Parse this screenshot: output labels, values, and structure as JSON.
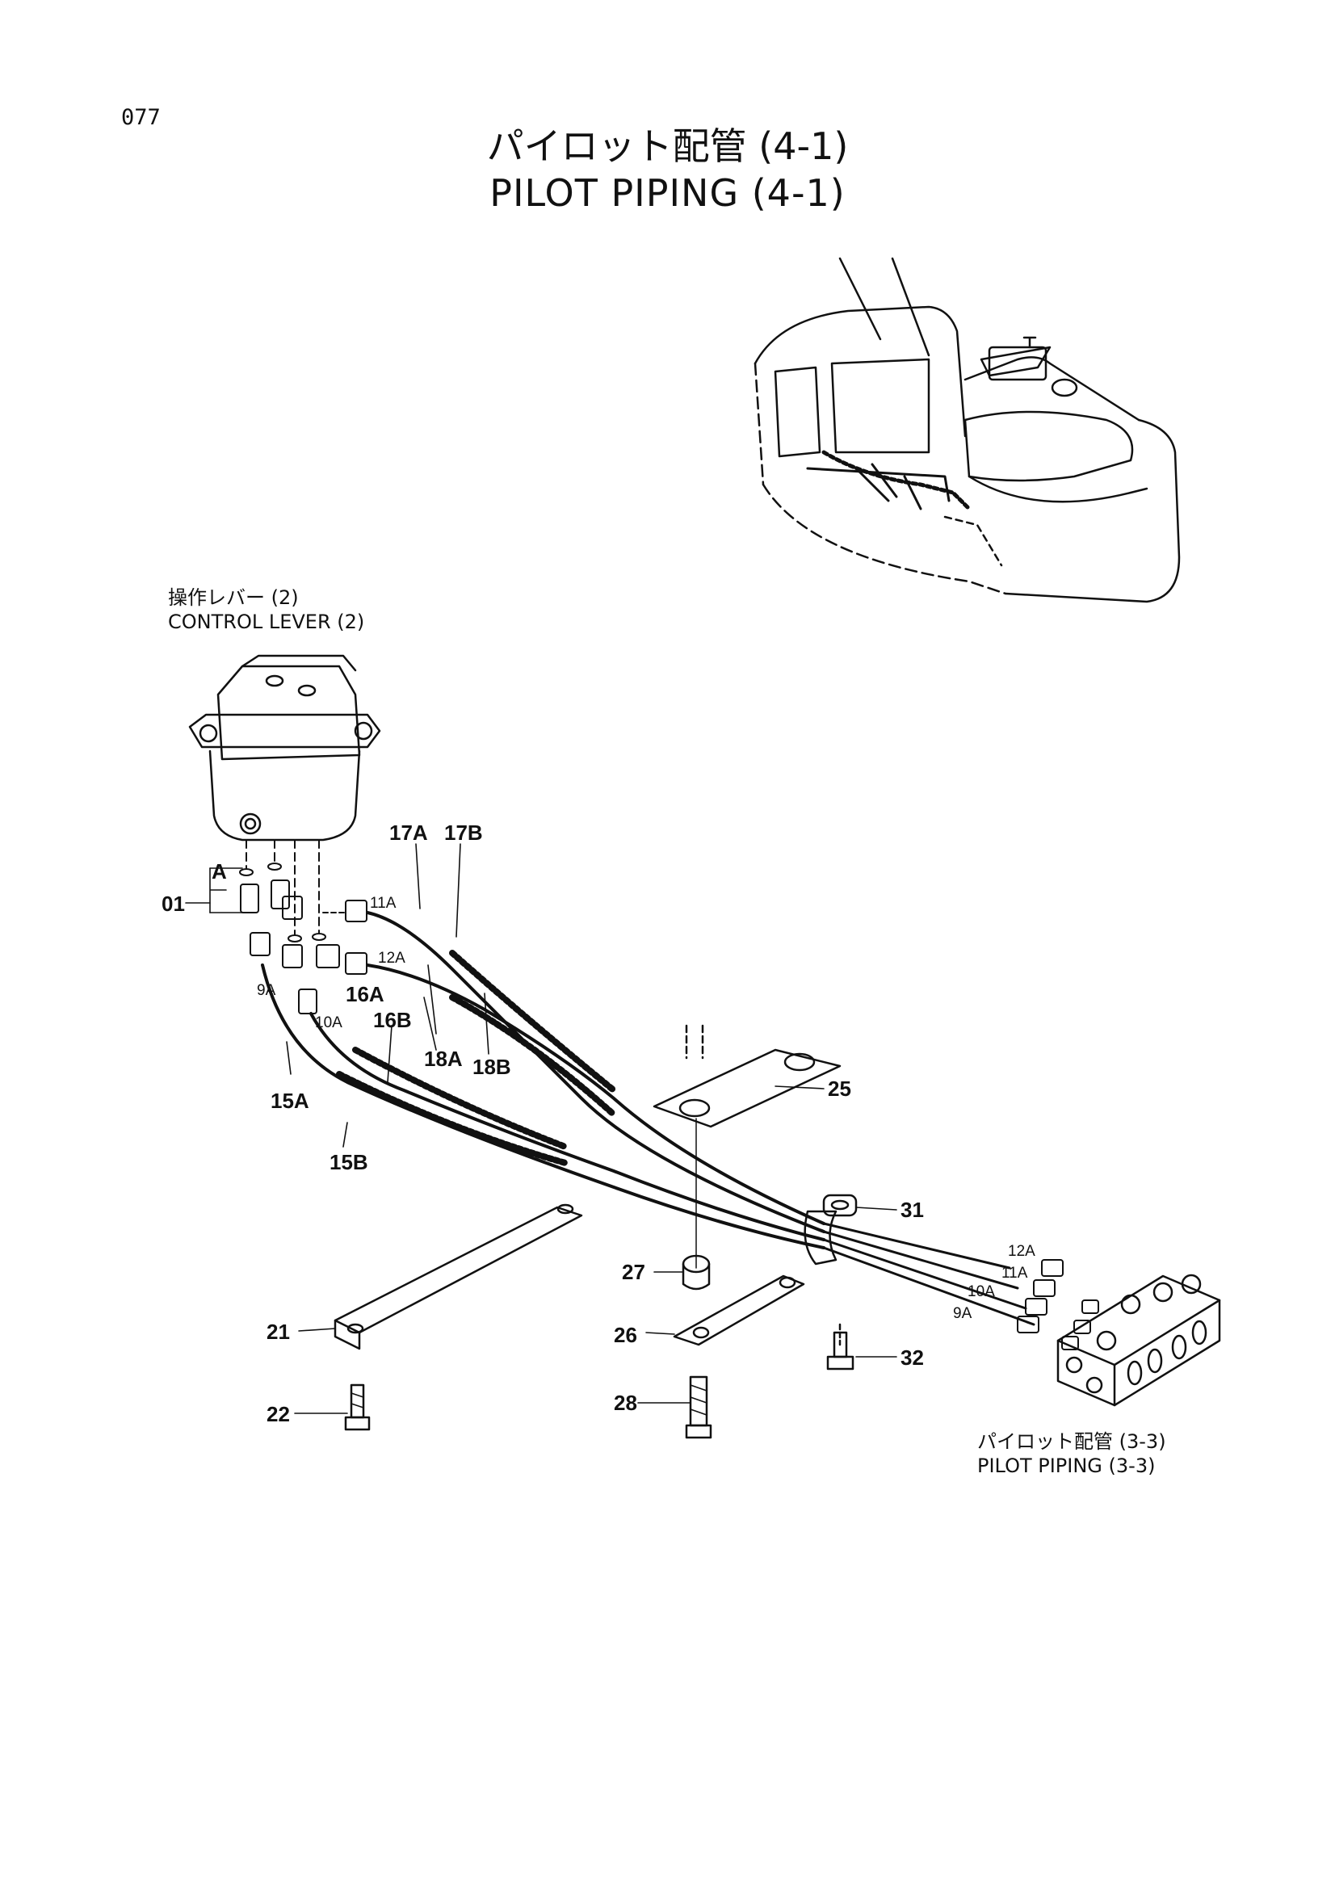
{
  "page": {
    "page_number": "077",
    "title_jp": "パイロット配管 (4-1)",
    "title_en": "PILOT PIPING (4-1)"
  },
  "assemblies": {
    "control_lever": {
      "label_jp": "操作レバー (2)",
      "label_en": "CONTROL LEVER (2)"
    },
    "pilot_piping_3_3": {
      "label_jp": "パイロット配管 (3-3)",
      "label_en": "PILOT PIPING (3-3)"
    }
  },
  "callouts": {
    "a": "A",
    "c01": "01",
    "c9a": "9A",
    "c10a": "10A",
    "c11a": "11A",
    "c12a": "12A",
    "c15a": "15A",
    "c15b": "15B",
    "c16a": "16A",
    "c16b": "16B",
    "c17a": "17A",
    "c17b": "17B",
    "c18a": "18A",
    "c18b": "18B",
    "c21": "21",
    "c22": "22",
    "c25": "25",
    "c26": "26",
    "c27": "27",
    "c28": "28",
    "c31": "31",
    "c32": "32",
    "v12a": "12A",
    "v11a": "11A",
    "v10a": "10A",
    "v9a": "9A"
  }
}
